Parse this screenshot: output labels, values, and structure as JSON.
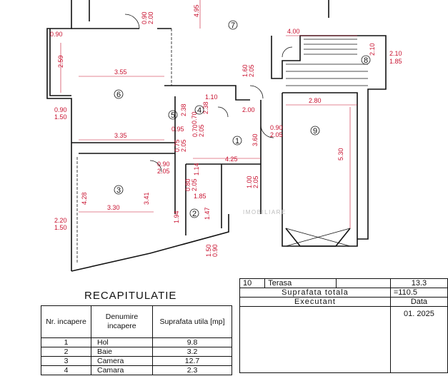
{
  "plan": {
    "dims": [
      "0.90",
      "2.59",
      "3.55",
      "0.90",
      "1.50",
      "3.35",
      "4.28",
      "2.20",
      "1.50",
      "3.30",
      "3.41",
      "1.94",
      "1.47",
      "1.85",
      "4.95",
      "0.90",
      "2.00",
      "1.60",
      "2.05",
      "1.10",
      "2.38",
      "0.70",
      "2.38",
      "0.95",
      "0.70",
      "2.05",
      "0.75",
      "2.05",
      "2.00",
      "3.60",
      "4.25",
      "1.14",
      "0.90",
      "2.05",
      "0.80",
      "2.05",
      "1.00",
      "2.05",
      "0.90",
      "2.05",
      "2.80",
      "5.30",
      "4.00",
      "2.10",
      "2.10",
      "1.85",
      "1.50",
      "0.90"
    ],
    "rooms": [
      "1",
      "2",
      "3",
      "4",
      "5",
      "6",
      "7",
      "8",
      "9"
    ],
    "watermark_text": "IMOBILIARE"
  },
  "recap": {
    "title": "RECAPITULATIE",
    "headers": {
      "nr": "Nr. incapere",
      "denumire": "Denumire incapere",
      "suprafata": "Suprafata utila [mp]"
    },
    "rows": [
      {
        "nr": "1",
        "name": "Hol",
        "area": "9.8"
      },
      {
        "nr": "2",
        "name": "Baie",
        "area": "3.2"
      },
      {
        "nr": "3",
        "name": "Camera",
        "area": "12.7"
      },
      {
        "nr": "4",
        "name": "Camara",
        "area": "2.3"
      }
    ]
  },
  "info": {
    "terasa_nr": "10",
    "terasa_label": "Terasa",
    "terasa_value": "13.3",
    "total_label": "Suprafata totala",
    "total_value": "=110.5",
    "executant_label": "Executant",
    "data_label": "Data",
    "data_value": "01. 2025"
  }
}
